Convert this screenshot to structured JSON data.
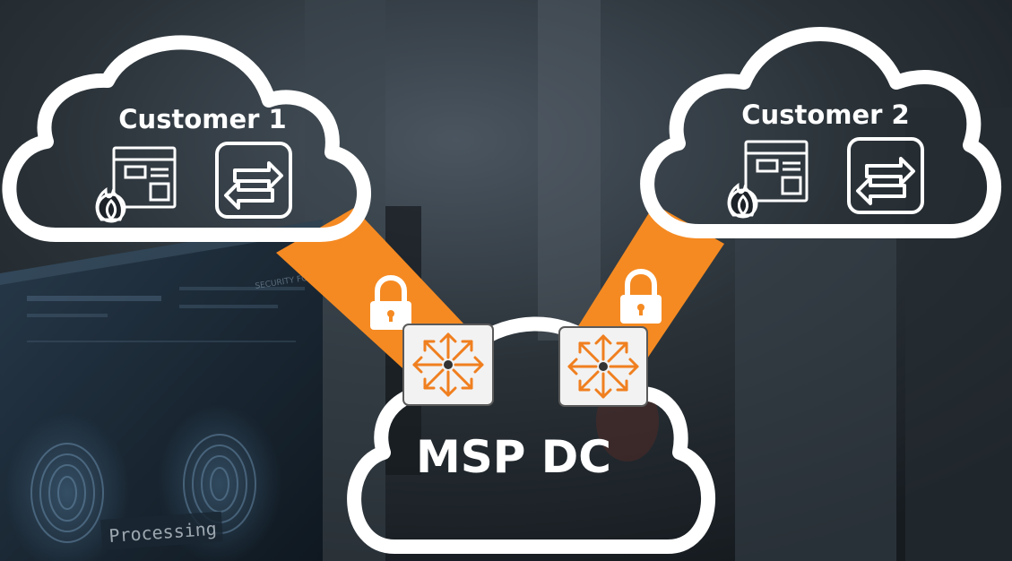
{
  "clouds": [
    {
      "id": "customer-1",
      "label": "Customer 1",
      "icons": [
        "firewall-icon",
        "switch-icon"
      ]
    },
    {
      "id": "customer-2",
      "label": "Customer 2",
      "icons": [
        "firewall-icon",
        "switch-icon"
      ]
    },
    {
      "id": "msp-dc",
      "label": "MSP DC",
      "icons": [
        "gateway-icon",
        "gateway-icon"
      ]
    }
  ],
  "tunnels": [
    {
      "from": "customer-1",
      "to": "msp-dc",
      "icon": "lock-icon"
    },
    {
      "from": "customer-2",
      "to": "msp-dc",
      "icon": "lock-icon"
    }
  ],
  "background": {
    "screen_text": "Processing",
    "hud_text": "SECURITY FORM"
  },
  "colors": {
    "tunnel": "#f58a22",
    "cloud_stroke": "#ffffff",
    "icon_orange": "#f07f1f",
    "icon_tile": "#f2f2f2"
  }
}
